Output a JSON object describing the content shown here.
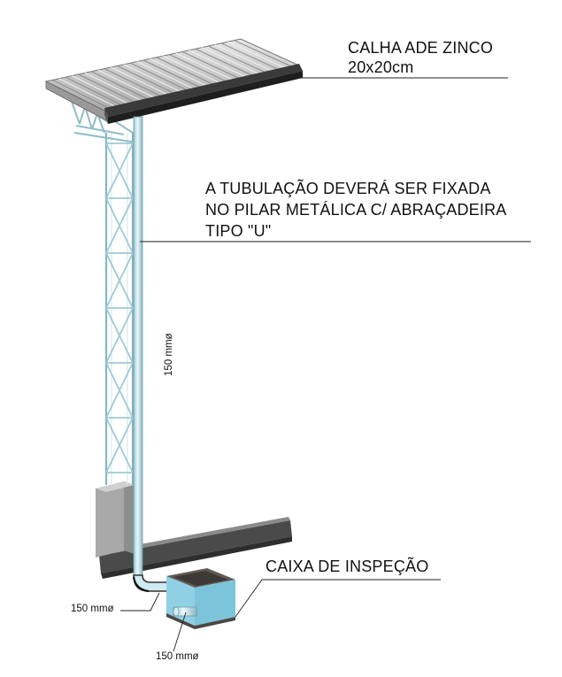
{
  "labels": {
    "gutter": {
      "line1": "CALHA ADE ZINCO",
      "line2": "20x20cm"
    },
    "pipe_note": {
      "line1": "A TUBULAÇÃO DEVERÁ SER FIXADA",
      "line2": "NO PILAR METÁLICA C/ ABRAÇADEIRA",
      "line3": "TIPO \"U\""
    },
    "downpipe_diameter": "150 mmø",
    "inspection_box": "CAIXA DE INSPEÇÃO",
    "elbow_diameter": "150 mmø",
    "outlet_diameter": "150 mmø"
  },
  "colors": {
    "steel": "#bfe3ea",
    "steel_dark": "#7fa9b3",
    "roof": "#d2d2d2",
    "box_top": "#5f5a55",
    "box_side": "#8fd0e4",
    "beam": "#6b6b6b",
    "leader": "#222222"
  }
}
